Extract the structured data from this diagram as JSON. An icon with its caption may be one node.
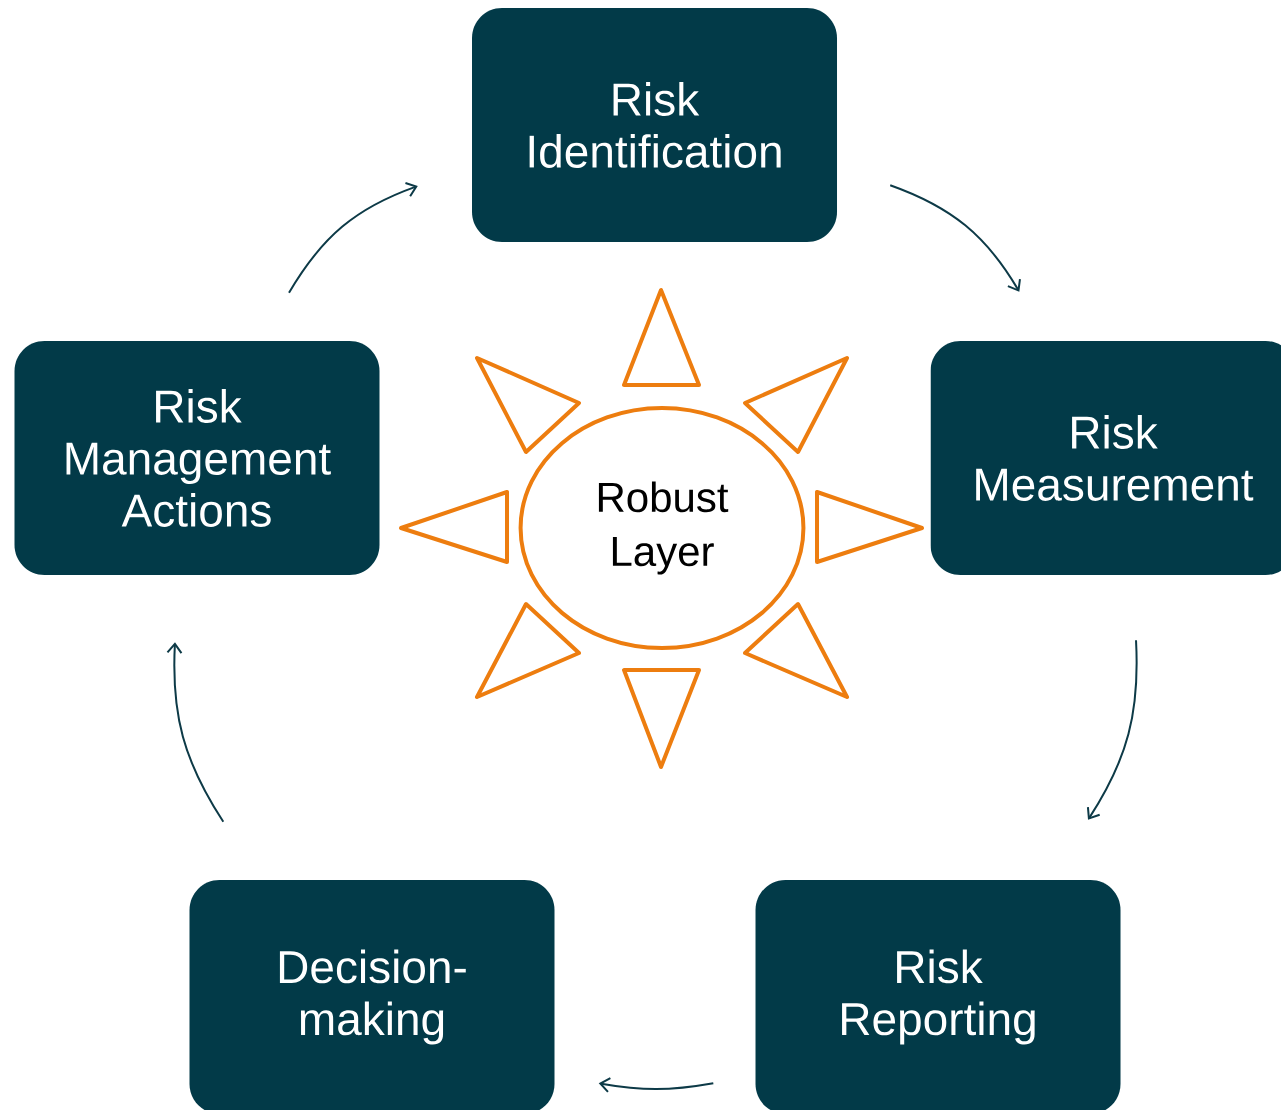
{
  "diagram": {
    "nodes": [
      {
        "text": [
          "Risk Identification"
        ]
      },
      {
        "text": [
          "Risk Measurement"
        ]
      },
      {
        "text": [
          "Risk Reporting"
        ]
      },
      {
        "text": [
          "Decision-making"
        ]
      },
      {
        "text": [
          "Risk Management Actions"
        ]
      },
      {
        "text": [
          "Robust Layer"
        ]
      }
    ],
    "edges": [
      {
        "from": 0,
        "to": 1,
        "arrow": "to"
      },
      {
        "from": 1,
        "to": 2,
        "arrow": "to"
      },
      {
        "from": 2,
        "to": 3,
        "arrow": "to"
      },
      {
        "from": 3,
        "to": 4,
        "arrow": "to"
      },
      {
        "from": 4,
        "to": 0,
        "arrow": "to"
      }
    ]
  }
}
